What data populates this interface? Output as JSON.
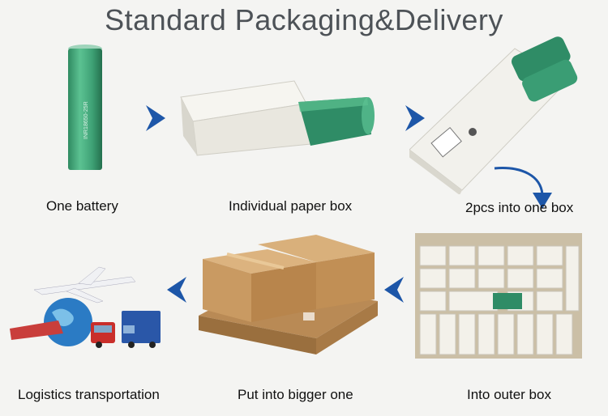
{
  "title": "Standard Packaging&Delivery",
  "steps": [
    {
      "label": "One battery"
    },
    {
      "label": "Individual paper box"
    },
    {
      "label": "2pcs into one box"
    },
    {
      "label": "Into outer box"
    },
    {
      "label": "Put into bigger one"
    },
    {
      "label": "Logistics transportation"
    }
  ],
  "colors": {
    "arrow": "#1d56a8",
    "battery": "#3c9a72",
    "carton": "#c99a62",
    "box": "#f3f1ea"
  }
}
